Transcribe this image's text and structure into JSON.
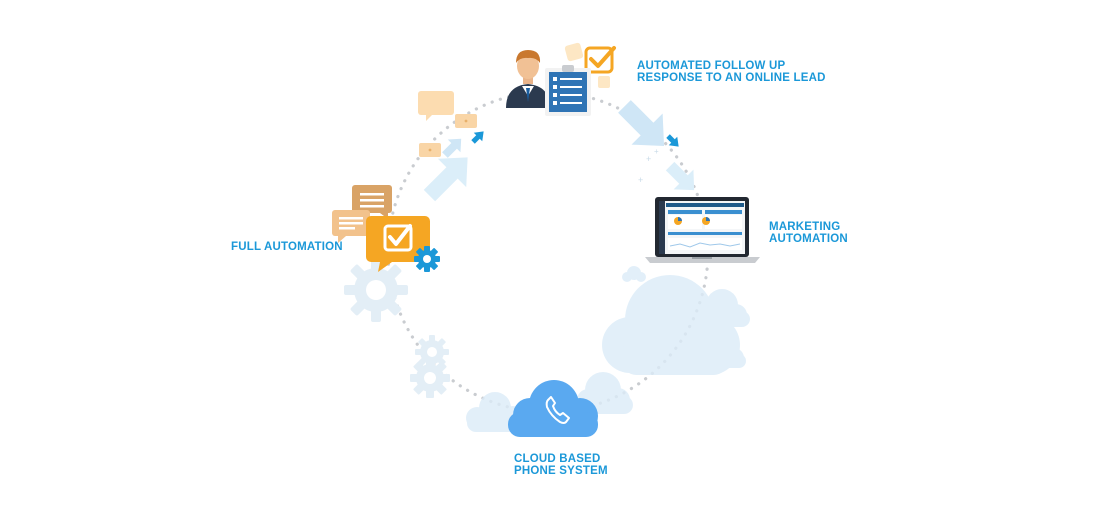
{
  "labels": {
    "top": {
      "line1": "AUTOMATED FOLLOW UP",
      "line2": "RESPONSE TO AN ONLINE LEAD"
    },
    "right": {
      "line1": "MARKETING",
      "line2": "AUTOMATION"
    },
    "bottom": {
      "line1": "CLOUD BASED",
      "line2": "PHONE SYSTEM"
    },
    "left": {
      "line1": "FULL AUTOMATION"
    }
  },
  "icons": {
    "top": "person-with-checklist-icon",
    "right": "laptop-dashboard-icon",
    "bottom": "cloud-phone-icon",
    "left": "chat-checkmark-gear-icon"
  },
  "colors": {
    "label": "#1b98d8",
    "orange": "#f5a623",
    "blue": "#2f74b5",
    "cloud": "#5aa9f0",
    "dots": "#c9ccd0"
  }
}
